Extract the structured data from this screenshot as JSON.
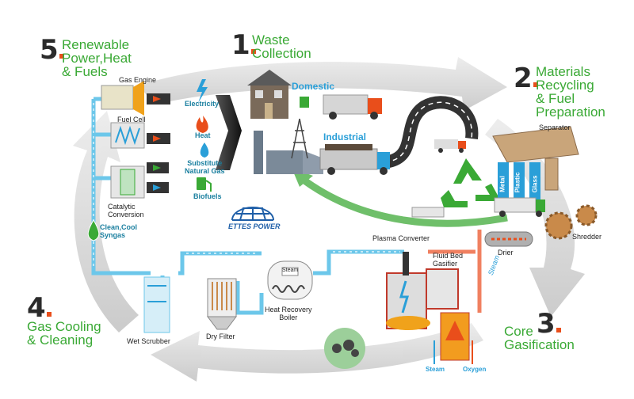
{
  "steps": {
    "s1": {
      "number": "1",
      "title_line1": "Waste",
      "title_line2": "Collection"
    },
    "s2": {
      "number": "2",
      "title_line1": "Materials",
      "title_line2": "Recycling",
      "title_line3": "& Fuel",
      "title_line4": "Preparation"
    },
    "s3": {
      "number": "3",
      "title_line1": "Core",
      "title_line2": "Gasification"
    },
    "s4": {
      "number": "4",
      "title_line1": "Gas Cooling",
      "title_line2": "& Cleaning"
    },
    "s5": {
      "number": "5",
      "title_line1": "Renewable",
      "title_line2": "Power,Heat",
      "title_line3": "& Fuels"
    }
  },
  "labels": {
    "gas_engine": "Gas Engine",
    "fuel_cell": "Fuel Cell",
    "catalytic_1": "Catalytic",
    "catalytic_2": "Conversion",
    "syngas_1": "Clean,Cool",
    "syngas_2": "Syngas",
    "electricity": "Electricity",
    "heat": "Heat",
    "sng_1": "Substitute",
    "sng_2": "Natural Gas",
    "biofuels": "Biofuels",
    "domestic": "Domestic",
    "industrial": "Industrial",
    "separator": "Separator",
    "metal": "Metal",
    "plastic": "Plastic",
    "glass": "Glass",
    "shredder": "Shredder",
    "drier": "Drier",
    "steam_v": "Steam",
    "plasma": "Plasma Converter",
    "fluid_1": "Fluid Bed",
    "fluid_2": "Gasifier",
    "steam_b": "Steam",
    "oxygen": "Oxygen",
    "hrb_steam": "Steam",
    "hrb_1": "Heat Recovery",
    "hrb_2": "Boiler",
    "dry_filter": "Dry Filter",
    "wet_scrubber": "Wet Scrubber",
    "logo": "ETTES POWER"
  },
  "colors": {
    "step_title": "#3aa935",
    "step_dot": "#e94e1b",
    "cycle_arrow": "#d9d9d9",
    "gas_pipe": "#6cc7ea",
    "hot_pipe": "#f08060",
    "recycle_green": "#3aa935",
    "label_blue": "#2a9fd8"
  },
  "icons": [
    "bolt-icon",
    "flame-icon",
    "drop-icon",
    "fuel-pump-icon",
    "recycle-icon",
    "logo-globe-icon"
  ]
}
